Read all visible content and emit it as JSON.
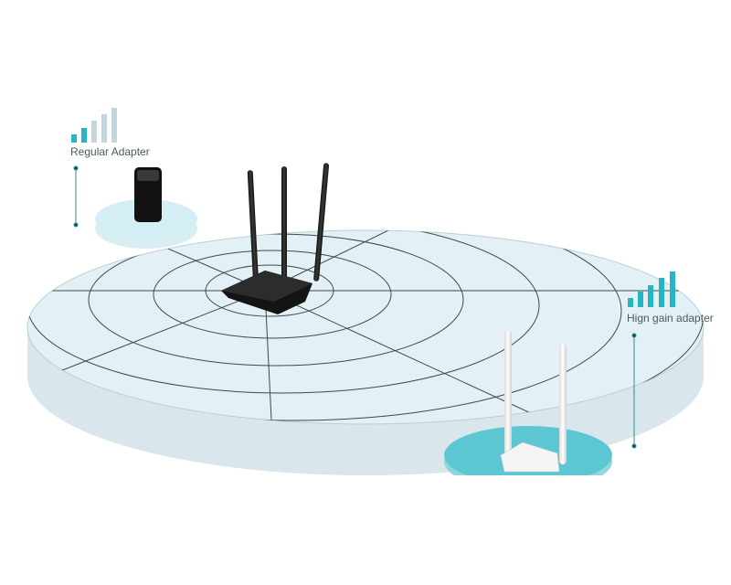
{
  "regular_adapter": {
    "label": "Regular Adapter",
    "signal_bars_active": 2,
    "signal_bars_total": 5
  },
  "high_gain_adapter": {
    "label": "Hign gain adapter",
    "signal_bars_active": 5,
    "signal_bars_total": 5
  },
  "colors": {
    "accent": "#27b4c3",
    "inactive": "#c4d6dc",
    "disc": "#e2f1f6",
    "disc_side": "#d3e4ea",
    "teal_disc": "#5cc7d2"
  }
}
